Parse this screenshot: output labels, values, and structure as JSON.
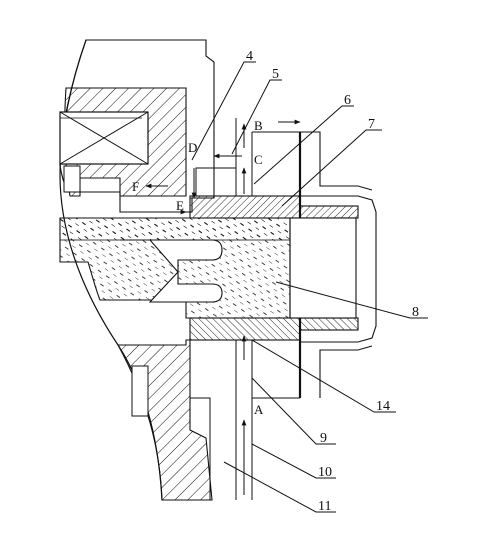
{
  "figure": {
    "part_labels": {
      "p4": "4",
      "p5": "5",
      "p6": "6",
      "p7": "7",
      "p8": "8",
      "p9": "9",
      "p10": "10",
      "p11": "11",
      "p14": "14"
    },
    "flow_labels": {
      "A": "A",
      "B": "B",
      "C": "C",
      "D": "D",
      "E": "E",
      "F": "F"
    }
  },
  "colors": {
    "line": "#111111",
    "background": "#ffffff"
  }
}
